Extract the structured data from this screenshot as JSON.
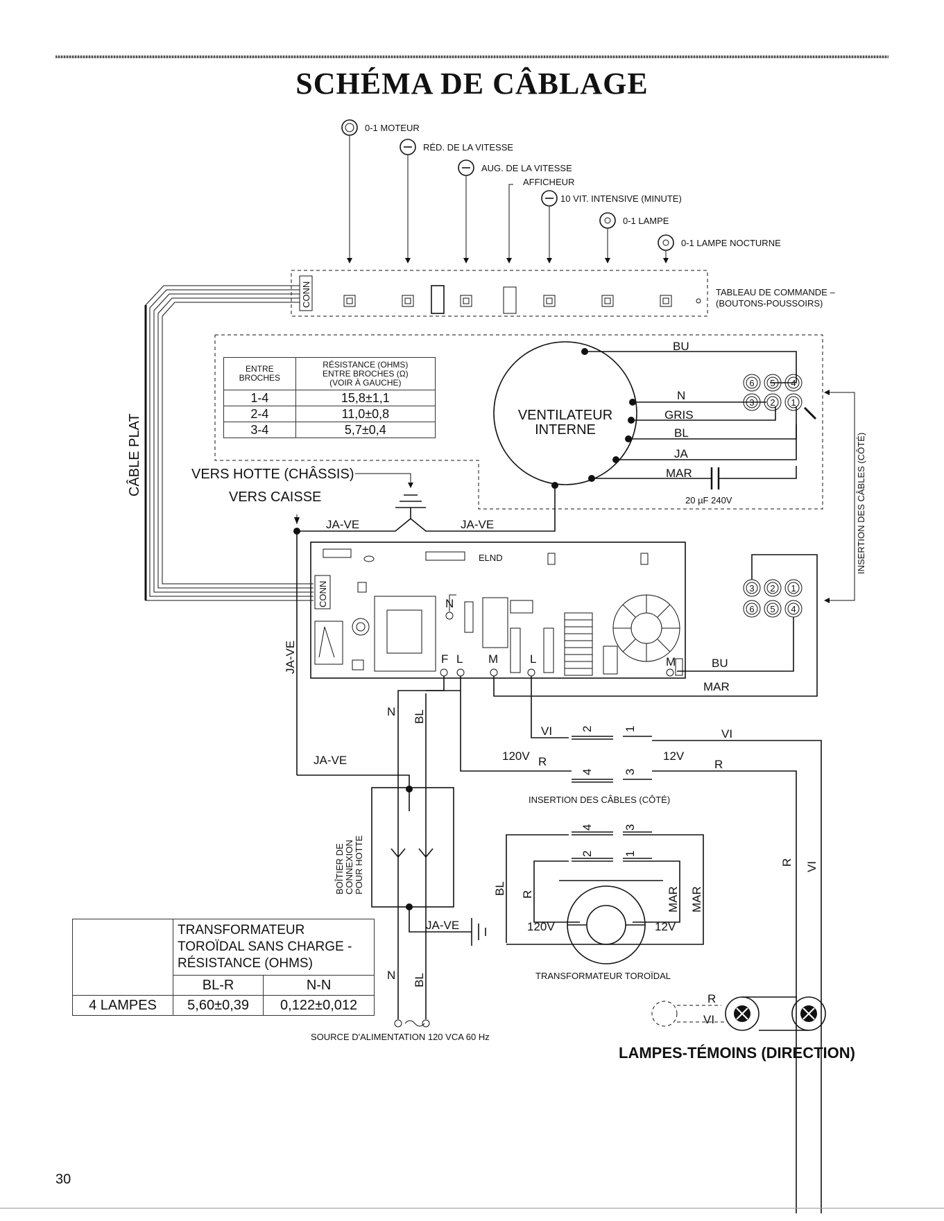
{
  "title": "SCHÉMA DE CÂBLAGE",
  "page_number": "30",
  "buttons": {
    "moteur": "0-1 MOTEUR",
    "red_vitesse": "RÉD. DE LA VITESSE",
    "aug_vitesse": "AUG. DE LA VITESSE",
    "afficheur": "AFFICHEUR",
    "vit_intensive": "10 VIT. INTENSIVE (MINUTE)",
    "lampe": "0-1 LAMPE",
    "lampe_nocturne": "0-1 LAMPE NOCTURNE"
  },
  "control_panel": {
    "label_line1": "TABLEAU DE COMMANDE –",
    "label_line2": "(BOUTONS-POUSSOIRS)",
    "conn": "CONN"
  },
  "side_labels": {
    "cable_plat": "CÂBLE PLAT",
    "insertion_cote": "INSERTION DES CÂBLES (CÔTÉ)",
    "ja_ve_vertical": "JA-VE",
    "boitier": [
      "BOÎTIER DE",
      "CONNEXION",
      "POUR HOTTE"
    ]
  },
  "resistance_table": {
    "header_col1": [
      "ENTRE",
      "BROCHES"
    ],
    "header_col2": [
      "RÉSISTANCE (OHMS)",
      "ENTRE BROCHES (Ω)",
      "(VOIR À GAUCHE)"
    ],
    "rows": [
      {
        "pins": "1-4",
        "value": "15,8±1,1"
      },
      {
        "pins": "2-4",
        "value": "11,0±0,8"
      },
      {
        "pins": "3-4",
        "value": "5,7±0,4"
      }
    ]
  },
  "fan": {
    "line1": "VENTILATEUR",
    "line2": "INTERNE"
  },
  "fan_wires": {
    "bu": "BU",
    "n": "N",
    "gris": "GRIS",
    "bl": "BL",
    "ja": "JA",
    "mar": "MAR",
    "capacitor": "20 µF  240V"
  },
  "connector_top": {
    "row1": [
      "6",
      "5",
      "4"
    ],
    "row2": [
      "3",
      "2",
      "1"
    ]
  },
  "connector_board": {
    "row1": [
      "3",
      "2",
      "1"
    ],
    "row2": [
      "6",
      "5",
      "4"
    ]
  },
  "ground": {
    "vers_hotte": "VERS HOTTE (CHÂSSIS)",
    "vers_caisse": "VERS CAISSE",
    "ja_ve_left": "JA-VE",
    "ja_ve_right": "JA-VE"
  },
  "board": {
    "elnd": "ELND",
    "conn": "CONN",
    "pins": {
      "n": "N",
      "f": "F",
      "l": "L",
      "m": "M",
      "l2": "L",
      "m2": "M"
    },
    "bu": "BU",
    "mar": "MAR"
  },
  "wiring_lower": {
    "n": "N",
    "bl": "BL",
    "ja_ve": "JA-VE",
    "vi": "VI",
    "r": "R",
    "v120": "120V",
    "v12": "12V",
    "vi_right": "VI",
    "r_right": "R",
    "insertion": "INSERTION DES CÂBLES (CÔTÉ)",
    "pin_nums": [
      "2",
      "1",
      "4",
      "3"
    ],
    "ja_ve_ground": "JA-VE",
    "n2": "N",
    "bl2": "BL"
  },
  "transformer": {
    "bl": "BL",
    "r": "R",
    "mar1": "MAR",
    "mar2": "MAR",
    "v120": "120V",
    "v12": "12V",
    "caption": "TRANSFORMATEUR TOROÏDAL",
    "pins": [
      "4",
      "3",
      "2",
      "1"
    ]
  },
  "right_wires": {
    "r": "R",
    "vi": "VI"
  },
  "source": "SOURCE D'ALIMENTATION 120 VCA 60 Hz",
  "lamps": {
    "title": "LAMPES-TÉMOINS (DIRECTION)",
    "r": "R",
    "vi": "VI"
  },
  "transformer_table": {
    "header": [
      "TRANSFORMATEUR",
      "TOROÏDAL SANS CHARGE -",
      "RÉSISTANCE (OHMS)"
    ],
    "col_bl_r": "BL-R",
    "col_n_n": "N-N",
    "row_label": "4 LAMPES",
    "bl_r": "5,60±0,39",
    "n_n": "0,122±0,012"
  }
}
